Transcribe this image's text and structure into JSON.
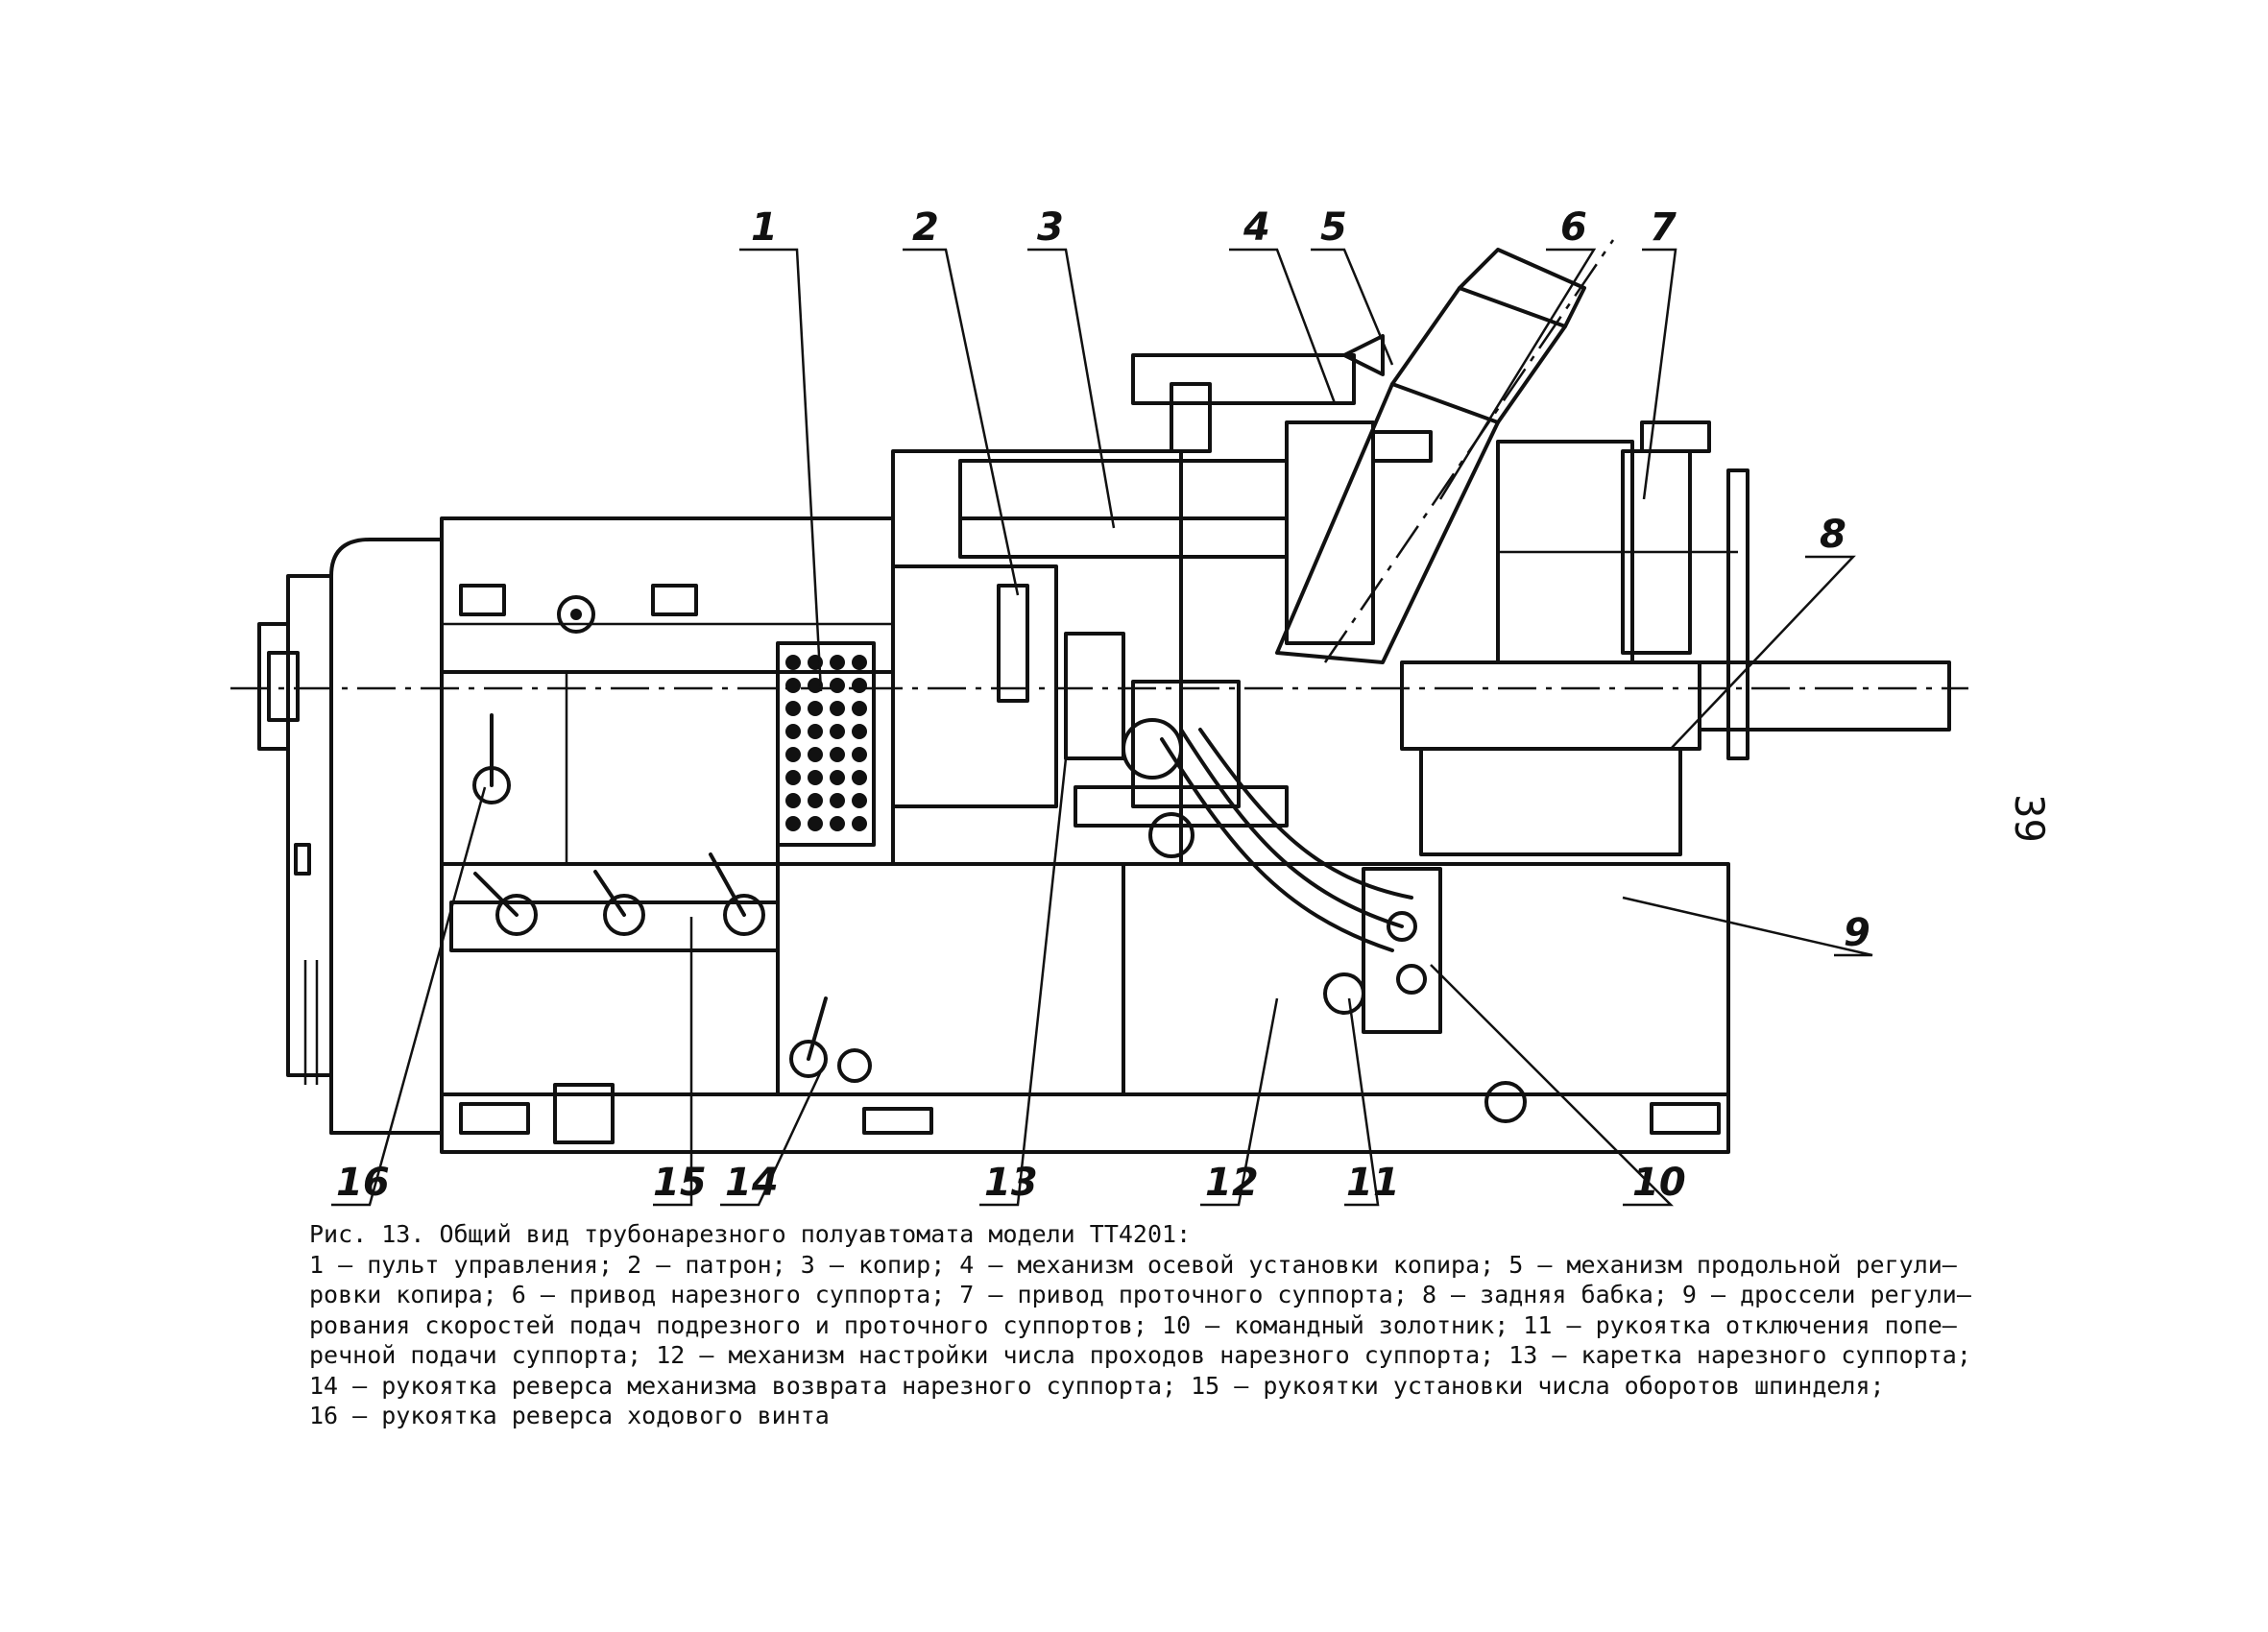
{
  "figure": {
    "callouts": [
      "1",
      "2",
      "3",
      "4",
      "5",
      "6",
      "7",
      "8",
      "9",
      "10",
      "11",
      "12",
      "13",
      "14",
      "15",
      "16"
    ],
    "page_number": "39"
  },
  "caption": {
    "title": "Рис. 13. Общий вид трубонарезного полуавтомата модели ТТ4201:",
    "lines": [
      "1 – пульт управления; 2 – патрон; 3 – копир; 4 – механизм осевой установки копира; 5 – механизм продольной регули–",
      "ровки копира; 6 – привод нарезного суппорта; 7 – привод проточного суппорта; 8 – задняя бабка; 9 – дроссели регули–",
      "рования скоростей подач подрезного и проточного суппортов; 10 – командный золотник; 11 – рукоятка отключения попе–",
      "речной подачи суппорта; 12 – механизм настройки числа проходов нарезного суппорта; 13 – каретка нарезного суппорта;",
      "14 – рукоятка реверса механизма возврата нарезного суппорта; 15 – рукоятки установки числа оборотов шпинделя;",
      "16 – рукоятка реверса ходового винта"
    ]
  }
}
